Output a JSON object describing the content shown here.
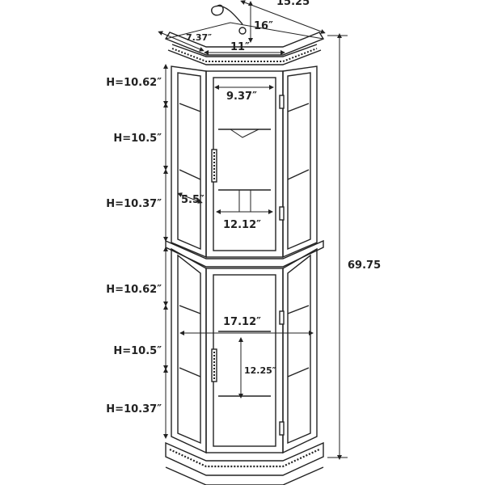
{
  "diagram": {
    "dimensions": {
      "top_width": "15.25",
      "top_depth": "16″",
      "side_depth": "7.37″",
      "front_width": "11″",
      "door_top_width": "9.37″",
      "side_panel_depth": "5.5″",
      "upper_interior_width": "12.12″",
      "lower_width": "17.12″",
      "lower_shelf_depth": "12.25″",
      "total_height": "69.75"
    },
    "shelf_heights": [
      "H=10.62″",
      "H=10.5″",
      "H=10.37″",
      "H=10.62″",
      "H=10.5″",
      "H=10.37″"
    ]
  }
}
